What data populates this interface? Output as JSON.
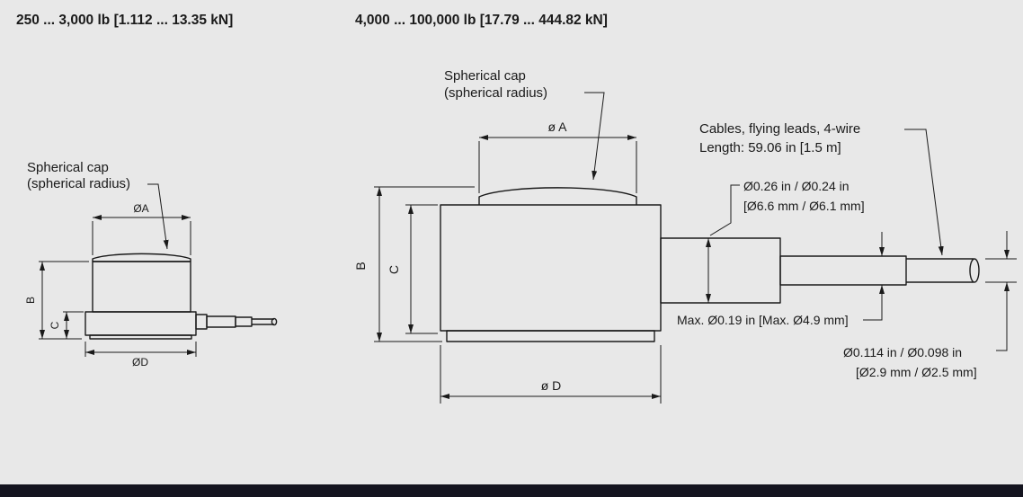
{
  "colors": {
    "background": "#e8e8e8",
    "line": "#1a1a1a",
    "footer_bar": "#14141f"
  },
  "titles": {
    "left": "250 ... 3,000 lb [1.112 ... 13.35 kN]",
    "right": "4,000 ... 100,000 lb [17.79 ... 444.82 kN]"
  },
  "left_diagram": {
    "spherical_cap_label_line1": "Spherical cap",
    "spherical_cap_label_line2": "(spherical radius)",
    "dim_a_label": "ØA",
    "dim_b_label": "B",
    "dim_c_label": "C",
    "dim_d_label": "ØD"
  },
  "right_diagram": {
    "spherical_cap_label_line1": "Spherical cap",
    "spherical_cap_label_line2": "(spherical radius)",
    "dim_a_label": "ø A",
    "dim_b_label": "B",
    "dim_c_label": "C",
    "dim_d_label": "ø D",
    "cable_label_line1": "Cables, flying leads, 4-wire",
    "cable_label_line2": "Length: 59.06 in [1.5 m]",
    "connector_diameter_line1": "Ø0.26 in / Ø0.24 in",
    "connector_diameter_line2": "[Ø6.6 mm / Ø6.1 mm]",
    "max_diameter_label": "Max. Ø0.19 in [Max. Ø4.9 mm]",
    "cable_diameter_line1": "Ø0.114 in / Ø0.098 in",
    "cable_diameter_line2": "[Ø2.9 mm / Ø2.5 mm]"
  }
}
